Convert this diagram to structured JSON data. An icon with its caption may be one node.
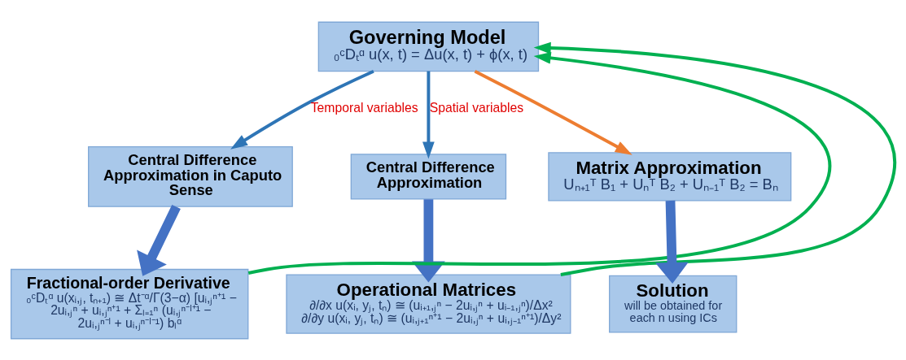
{
  "diagram": {
    "nodes": [
      {
        "text": [
          "Governing Model",
          "₀ᶜDₜᵅ u(x, t) = Δu(x, t) + ϕ(x, t)"
        ]
      },
      {
        "text": [
          "Central Difference Approximation in Caputo Sense"
        ]
      },
      {
        "text": [
          "Central Difference Approximation"
        ]
      },
      {
        "text": [
          "Fractional-order Derivative",
          "₀ᶜDₜᵅ u(xᵢ,ⱼ, tₙ₊₁) ≅ Δt⁻ᵅ/Γ(3−α) [uᵢ,ⱼⁿ⁺¹ − 2uᵢ,ⱼⁿ + uᵢ,ⱼⁿ⁺¹ + Σₗ₌₁ⁿ (uᵢ,ⱼⁿ⁻ˡ⁺¹ − 2uᵢ,ⱼⁿ⁻ˡ + uᵢ,ⱼⁿ⁻ˡ⁻¹) bₗᵅ"
        ]
      },
      {
        "text": [
          "Operational Matrices",
          "∂/∂x u(xᵢ, yⱼ, tₙ) ≅ (uᵢ₊₁,ⱼⁿ − 2uᵢ,ⱼⁿ + uᵢ₋₁,ⱼⁿ)/Δx²",
          "∂/∂y u(xᵢ, yⱼ, tₙ) ≅ (uᵢ,ⱼ₊₁ⁿ⁺¹ − 2uᵢ,ⱼⁿ + uᵢ,ⱼ₋₁ⁿ⁺¹)/Δy²"
        ]
      },
      {
        "text": [
          "Matrix Approximation",
          "Uₙ₊₁ᵀ B₁ + Uₙᵀ B₂ + Uₙ₋₁ᵀ B₂ = Bₙ"
        ]
      },
      {
        "text": [
          "Solution",
          "will be obtained for each n using ICs"
        ]
      }
    ],
    "edges": [
      {
        "from": 0,
        "to": 1,
        "arrow": "to",
        "label": "Temporal variables"
      },
      {
        "from": 0,
        "to": 2,
        "arrow": "to",
        "label": "Spatial variables"
      },
      {
        "from": 1,
        "to": 3,
        "arrow": "to",
        "style": "thick"
      },
      {
        "from": 2,
        "to": 4,
        "arrow": "to",
        "style": "thick"
      },
      {
        "from": 3,
        "to": 0,
        "arrow": "to",
        "color": "#00b050"
      },
      {
        "from": 4,
        "to": 0,
        "arrow": "to",
        "color": "#00b050"
      },
      {
        "from": 0,
        "to": 5,
        "arrow": "to",
        "color": "#ed7d31"
      },
      {
        "from": 5,
        "to": 6,
        "arrow": "to",
        "style": "thick"
      }
    ]
  }
}
